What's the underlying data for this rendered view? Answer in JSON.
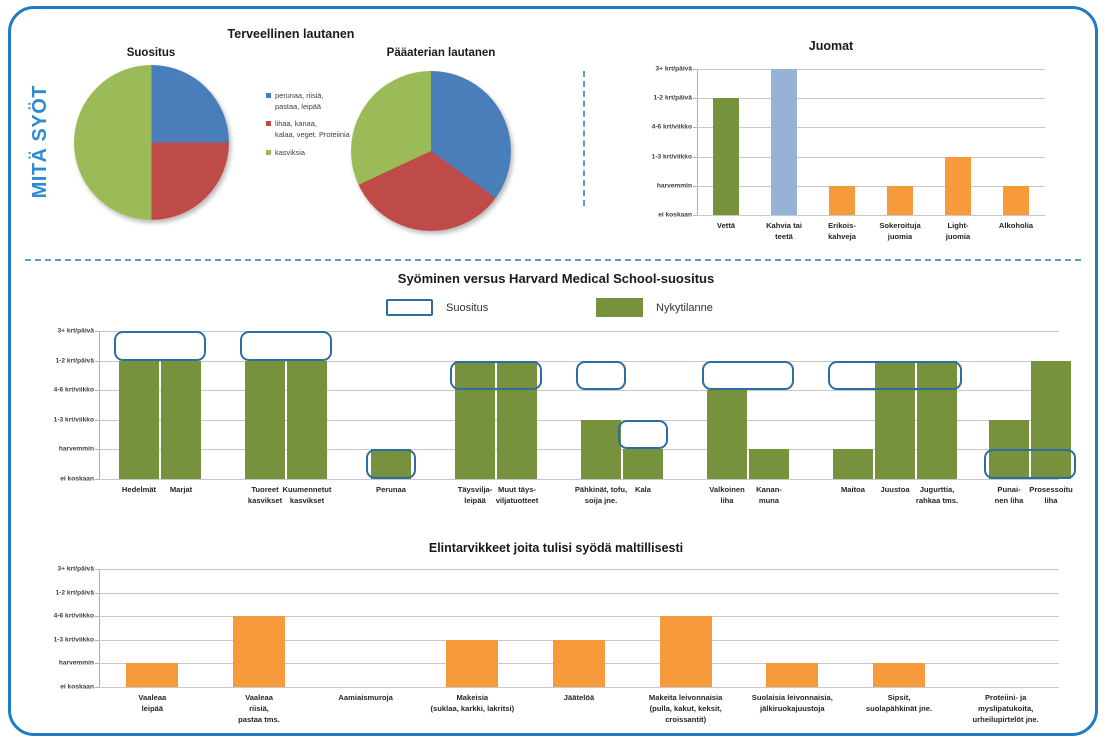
{
  "poster": {
    "side_label": "MITÄ SYÖT",
    "accent_blue": "#1F7BC4",
    "green": "#76923C",
    "orange": "#F79A3C",
    "pie_blue": "#4A7EBB",
    "pie_red": "#BE4B48",
    "pie_green": "#9BBB59",
    "light_blue": "#95B3D7",
    "reco_border": "#2E6CA4"
  },
  "scale": {
    "levels": [
      "ei koskaan",
      "harvemmin",
      "1-3 krt/viikko",
      "4-6 krt/viikko",
      "1-2 krt/päivä",
      "3+ krt/päivä"
    ]
  },
  "plate": {
    "title": "Terveellinen lautanen",
    "left_title": "Suositus",
    "right_title": "Pääaterian lautanen",
    "legend": [
      {
        "label": "perunaa, riisiä,\npastaa, leipää",
        "color": "#4A7EBB"
      },
      {
        "label": "lihaa, kanaa,\nkalaa, veget. Proteiinia",
        "color": "#BE4B48"
      },
      {
        "label": "kasviksia",
        "color": "#9BBB59"
      }
    ]
  },
  "chart_data": [
    {
      "id": "suositus-pie",
      "type": "pie",
      "title": "Suositus",
      "labels": [
        "perunaa, riisiä, pastaa, leipää",
        "lihaa, kanaa, kalaa, veget. Proteiinia",
        "kasviksia"
      ],
      "values": [
        25,
        25,
        50
      ],
      "colors": [
        "#4A7EBB",
        "#BE4B48",
        "#9BBB59"
      ],
      "legend": "right"
    },
    {
      "id": "paaaterian-pie",
      "type": "pie",
      "title": "Pääaterian lautanen",
      "labels": [
        "perunaa, riisiä, pastaa, leipää",
        "lihaa, kanaa, kalaa, veget. Proteiinia",
        "kasviksia"
      ],
      "values": [
        35,
        33,
        32
      ],
      "colors": [
        "#4A7EBB",
        "#BE4B48",
        "#9BBB59"
      ],
      "legend": "none"
    },
    {
      "id": "juomat",
      "type": "bar",
      "title": "Juomat",
      "xlabel": "",
      "ylabel": "",
      "ytick_labels": [
        "ei koskaan",
        "harvemmin",
        "1-3 krt/viikko",
        "4-6 krt/viikko",
        "1-2 krt/päivä",
        "3+ krt/päivä"
      ],
      "ylim": [
        0,
        5
      ],
      "grid": true,
      "categories": [
        "Vettä",
        "Kahvia tai\nteetä",
        "Erikois-\nkahveja",
        "Sokeroituja\njuomia",
        "Light-\njuomia",
        "Alkoholia"
      ],
      "values": [
        4,
        5,
        1,
        1,
        2,
        1
      ],
      "bar_colors": [
        "#76923C",
        "#95B3D7",
        "#F79A3C",
        "#F79A3C",
        "#F79A3C",
        "#F79A3C"
      ]
    },
    {
      "id": "syominen-vs-harvard",
      "type": "bar",
      "title": "Syöminen versus  Harvard Medical School-suositus",
      "xlabel": "",
      "ylabel": "",
      "ytick_labels": [
        "ei koskaan",
        "harvemmin",
        "1-3 krt/viikko",
        "4-6 krt/viikko",
        "1-2 krt/päivä",
        "3+ krt/päivä"
      ],
      "ylim": [
        0,
        5
      ],
      "grid": true,
      "legend_entries": [
        {
          "label": "Suositus",
          "style": "outline",
          "color": "#2E6CA4"
        },
        {
          "label": "Nykytilanne",
          "style": "filled",
          "color": "#76923C"
        }
      ],
      "series": [
        {
          "name": "Nykytilanne",
          "values": [
            4,
            4,
            4,
            4,
            1,
            4,
            4,
            2,
            1,
            3,
            1,
            1,
            4,
            4,
            2,
            4
          ]
        }
      ],
      "categories": [
        "Hedelmät",
        "Marjat",
        "Tuoreet\nkasvikset",
        "Kuumennetut\nkasvikset",
        "Perunaa",
        "Täysvilja-\nleipää",
        "Muut täys-\nviljatuotteet",
        "Pähkinät, tofu,\nsoija jne.",
        "Kala",
        "Valkoinen\nliha",
        "Kanan-\nmuna",
        "Maitoa",
        "Juustoa",
        "Jugurttia,\nrahkaa tms.",
        "Punai-\nnen liha",
        "Prosessoitu\nliha"
      ],
      "recommendation_bands": [
        {
          "span": [
            "Hedelmät",
            "Marjat"
          ],
          "from": 4,
          "to": 5
        },
        {
          "span": [
            "Tuoreet kasvikset",
            "Kuumennetut kasvikset"
          ],
          "from": 4,
          "to": 5
        },
        {
          "span": [
            "Perunaa"
          ],
          "from": 0,
          "to": 1
        },
        {
          "span": [
            "Täysvilja-leipää",
            "Muut täysviljatuotteet"
          ],
          "from": 3,
          "to": 4
        },
        {
          "span": [
            "Pähkinät, tofu, soija jne."
          ],
          "from": 3,
          "to": 4
        },
        {
          "span": [
            "Kala"
          ],
          "from": 1,
          "to": 2
        },
        {
          "span": [
            "Valkoinen liha",
            "Kanan-muna"
          ],
          "from": 3,
          "to": 4
        },
        {
          "span": [
            "Maitoa",
            "Juustoa",
            "Jugurttia, rahkaa tms."
          ],
          "from": 3,
          "to": 4
        },
        {
          "span": [
            "Punainen liha",
            "Prosessoitu liha"
          ],
          "from": 0,
          "to": 1
        }
      ]
    },
    {
      "id": "maltillisesti",
      "type": "bar",
      "title": "Elintarvikkeet joita tulisi syödä maltillisesti",
      "xlabel": "",
      "ylabel": "",
      "ytick_labels": [
        "ei koskaan",
        "harvemmin",
        "1-3 krt/viikko",
        "4-6 krt/viikko",
        "1-2 krt/päivä",
        "3+ krt/päivä"
      ],
      "ylim": [
        0,
        5
      ],
      "grid": true,
      "categories": [
        "Vaaleaa\nleipää",
        "Vaaleaa\nriisiä,\npastaa tms.",
        "Aamiaismuroja",
        "Makeisia\n(suklaa, karkki, lakritsi)",
        "Jäätelöä",
        "Makeita leivonnaisia\n(pulla, kakut, keksit,\ncroissantit)",
        "Suolaisia leivonnaisia,\njälkiruokajuustoja",
        "Sipsit,\nsuolapähkinät jne.",
        "Proteiini- ja\nmyslipatukoita,\nurheilupirtelöt jne."
      ],
      "values": [
        1,
        3,
        0,
        2,
        2,
        3,
        1,
        1,
        0
      ],
      "bar_color": "#F79A3C"
    }
  ]
}
